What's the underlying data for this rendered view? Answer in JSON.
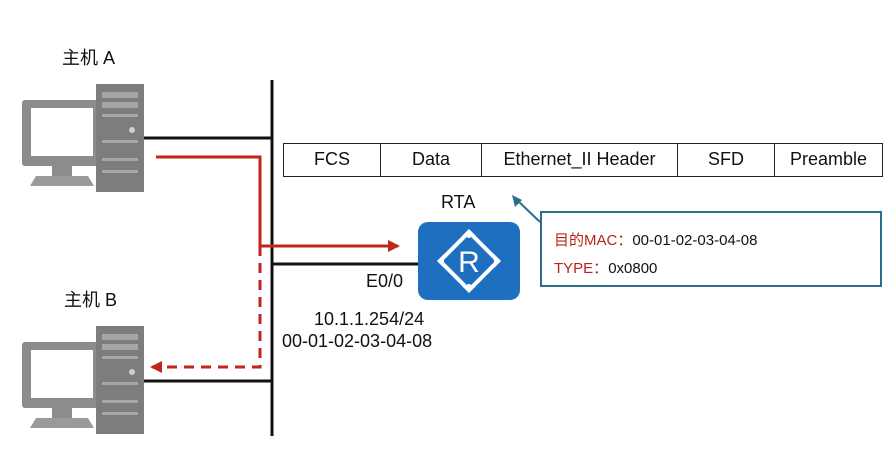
{
  "hosts": [
    {
      "label": "主机 A"
    },
    {
      "label": "主机 B"
    }
  ],
  "router": {
    "name": "RTA",
    "icon_letter": "R",
    "interface": "E0/0",
    "ip": "10.1.1.254/24",
    "mac": "00-01-02-03-04-08"
  },
  "frame_fields": [
    "FCS",
    "Data",
    "Ethernet_II Header",
    "SFD",
    "Preamble"
  ],
  "callout": {
    "dest_mac_label": "目的MAC：",
    "dest_mac_value": "00-01-02-03-04-08",
    "type_label": "TYPE：",
    "type_value": "0x0800"
  },
  "colors": {
    "line": "#111111",
    "arrow_red": "#c0261b",
    "router_blue": "#1f6fc0",
    "callout_border": "#2b6d8c",
    "pc_gray": "#8a8a8a"
  }
}
